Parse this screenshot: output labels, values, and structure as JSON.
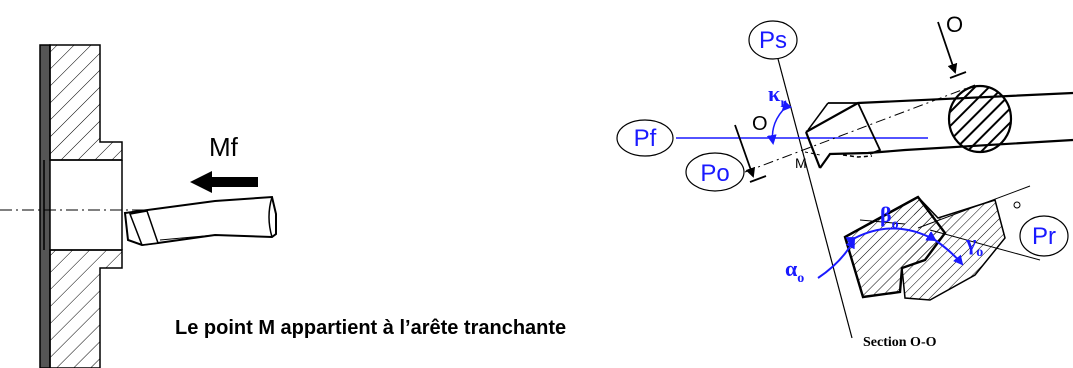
{
  "left_figure": {
    "feed_label": "Mf"
  },
  "right_figure": {
    "planes": {
      "ps": "Ps",
      "pf": "Pf",
      "po": "Po",
      "pr": "Pr"
    },
    "section_markers": {
      "top": "O",
      "left": "O"
    },
    "point_label": "M",
    "angles": {
      "kappa": "κ",
      "kappa_sub": "r",
      "alpha": "α",
      "alpha_sub": "o",
      "beta": "β",
      "beta_sub": "o",
      "gamma": "γ",
      "gamma_sub": "o"
    },
    "section_caption": "Section O-O"
  },
  "caption": "Le point M appartient à l’arête tranchante",
  "colors": {
    "annotation": "#1a1aff",
    "line": "#000000"
  }
}
